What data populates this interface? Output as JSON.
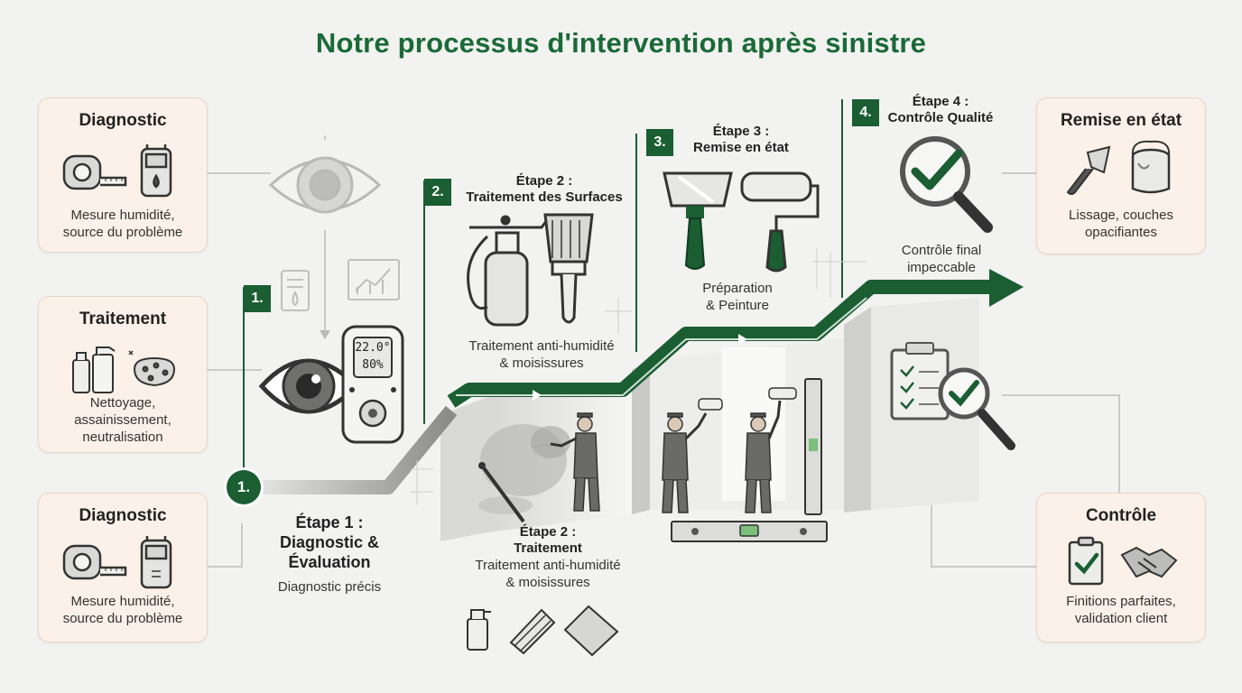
{
  "title": "Notre processus d'intervention après sinistre",
  "left_cards": [
    {
      "title": "Diagnostic",
      "desc_lines": [
        "Mesure humidité,",
        "source du problème"
      ],
      "icons": [
        "tape-measure-icon",
        "moisture-meter-icon"
      ]
    },
    {
      "title": "Traitement",
      "desc_lines": [
        "Nettoyage,",
        "assainissement,",
        "neutralisation"
      ],
      "icons": [
        "spray-bottles-icon",
        "sponge-icon"
      ]
    },
    {
      "title": "Diagnostic",
      "desc_lines": [
        "Mesure humidité,",
        "source du problème"
      ],
      "icons": [
        "tape-measure-icon",
        "moisture-meter-icon"
      ]
    }
  ],
  "right_cards": [
    {
      "title": "Remise en état",
      "desc_lines": [
        "Lissage, couches",
        "opacifiantes"
      ],
      "icons": [
        "putty-knife-icon",
        "paint-can-icon"
      ]
    },
    {
      "title": "Contrôle",
      "desc_lines": [
        "Finitions parfaites,",
        "validation client"
      ],
      "icons": [
        "clipboard-check-icon",
        "handshake-icon"
      ]
    }
  ],
  "meter_readout": {
    "line1": "22.0°",
    "line2": "80%"
  },
  "steps": {
    "step1": {
      "badge": "1.",
      "circle_badge": "1.",
      "title_lines": [
        "Étape 1 :",
        "Diagnostic &",
        "Évaluation"
      ],
      "desc": "Diagnostic précis"
    },
    "step2": {
      "badge": "2.",
      "title_lines": [
        "Étape 2 :",
        "Traitement des Surfaces"
      ],
      "desc_lines": [
        "Traitement anti-humidité",
        "& moisissures"
      ]
    },
    "step2b": {
      "title_lines": [
        "Étape 2 :",
        "Traitement"
      ],
      "desc_lines": [
        "Traitement anti-humidité",
        "& moisissures"
      ]
    },
    "step3": {
      "badge": "3.",
      "title_lines": [
        "Étape 3 :",
        "Remise en état"
      ],
      "desc_lines": [
        "Préparation",
        "& Peinture"
      ]
    },
    "step4": {
      "badge": "4.",
      "title_lines": [
        "Étape 4 :",
        "Contrôle Qualité"
      ],
      "desc_lines": [
        "Contrôle final",
        "impeccable"
      ]
    }
  },
  "colors": {
    "accent": "#1a6a37",
    "badge": "#1a5e32",
    "card_bg": "#fbf1e8",
    "background": "#f2f2f1"
  }
}
